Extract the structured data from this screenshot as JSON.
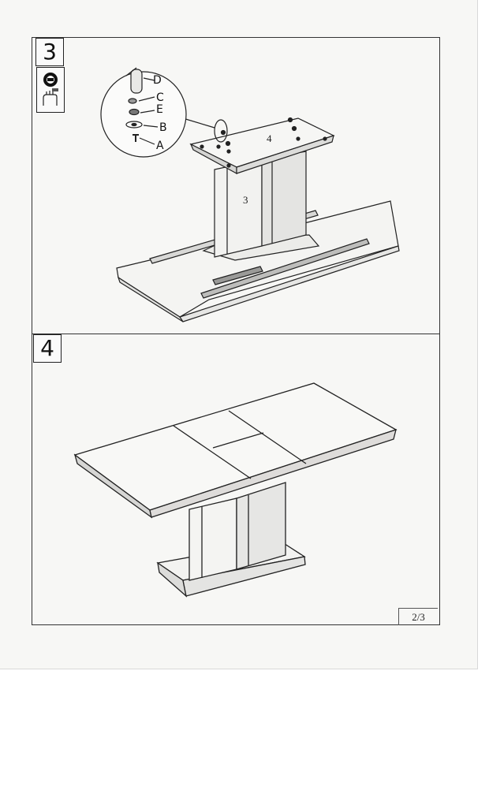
{
  "steps": {
    "step3": {
      "number": "3"
    },
    "step4": {
      "number": "4"
    }
  },
  "parts": {
    "a": "A",
    "b": "B",
    "e": "E",
    "c": "C",
    "d": "D"
  },
  "callouts": {
    "top_plate": "4",
    "column": "3"
  },
  "tools": [
    "socket-wrench-icon",
    "hand-tighten-icon"
  ],
  "page_number": "2/3"
}
